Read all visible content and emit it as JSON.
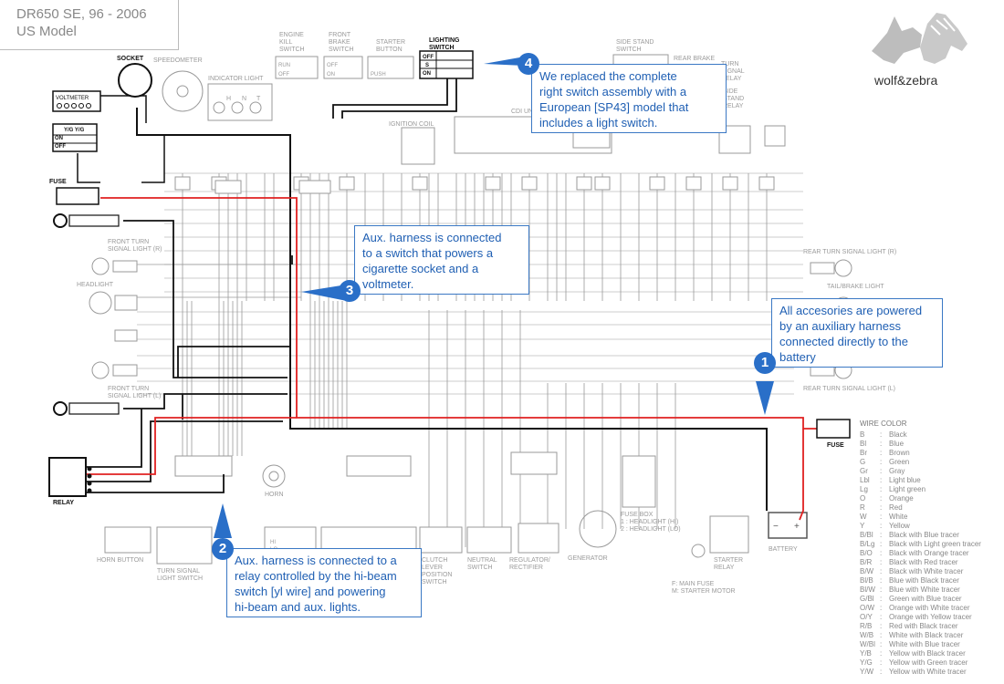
{
  "title": {
    "line1": "DR650 SE, 96 - 2006",
    "line2": "US Model"
  },
  "logo": {
    "text": "wolf&zebra"
  },
  "callouts": {
    "c1": {
      "badge": "1",
      "lines": [
        "All accesories are powered",
        "by an auxiliary harness",
        "connected directly to the",
        "battery"
      ]
    },
    "c2": {
      "badge": "2",
      "lines": [
        "Aux. harness is connected to a",
        "relay controlled by the hi-beam",
        "switch [yl wire] and powering",
        "hi-beam and aux. lights."
      ]
    },
    "c3": {
      "badge": "3",
      "lines": [
        "Aux. harness is connected",
        "to a switch that powers a",
        "cigarette socket and a",
        "voltmeter."
      ]
    },
    "c4": {
      "badge": "4",
      "lines": [
        "We replaced the complete",
        "right switch assembly with a",
        "European [SP43] model that",
        "includes a light switch."
      ]
    }
  },
  "labels": {
    "socket": "SOCKET",
    "voltmeter": "VOLTMETER",
    "aux_switch_header": "Y/G Y/G",
    "on": "ON",
    "off": "OFF",
    "fuse_left": "FUSE",
    "fuse_right": "FUSE",
    "relay": "RELAY",
    "speedometer": "SPEEDOMETER",
    "indicator_light": "INDICATOR LIGHT",
    "engine_kill": "ENGINE\nKILL\nSWITCH",
    "front_brake": "FRONT\nBRAKE\nSWITCH",
    "starter_button": "STARTER\nBUTTON",
    "lighting_switch": "LIGHTING\nSWITCH",
    "run": "RUN",
    "push": "PUSH",
    "side_stand_switch": "SIDE STAND\nSWITCH",
    "rear_brake": "REAR BRAKE",
    "turn_signal_relay": "TURN\nSIGNAL\nRELAY",
    "side_stand_relay": "SIDE\nSTAND\nRELAY",
    "ignition_coil": "IGNITION COIL",
    "cdi_unit": "CDI UNIT",
    "front_turn_r": "FRONT TURN\nSIGNAL LIGHT (R)",
    "headlight": "HEADLIGHT",
    "front_turn_l": "FRONT TURN\nSIGNAL LIGHT (L)",
    "rear_turn_r": "REAR TURN SIGNAL LIGHT (R)",
    "tail_brake": "TAIL/BRAKE LIGHT",
    "rear_turn_l": "REAR TURN SIGNAL LIGHT (L)",
    "horn": "HORN",
    "horn_button": "HORN BUTTON",
    "turn_signal_switch": "TURN SIGNAL\nLIGHT SWITCH",
    "clutch_lever": "CLUTCH\nLEVER\nPOSITION\nSWITCH",
    "neutral_switch": "NEUTRAL\nSWITCH",
    "regulator": "REGULATOR/\nRECTIFIER",
    "generator": "GENERATOR",
    "fuse_box": "FUSE BOX\n1 : HEADLIGHT (HI)\n2 : HEADLIGHT (LO)",
    "starter_relay": "STARTER\nRELAY",
    "battery": "BATTERY",
    "main_fuse_note": "F: MAIN FUSE\nM: STARTER MOTOR",
    "hi": "HI",
    "lo": "LO"
  },
  "legend": {
    "title": "WIRE COLOR",
    "items": [
      [
        "B",
        "Black"
      ],
      [
        "Bl",
        "Blue"
      ],
      [
        "Br",
        "Brown"
      ],
      [
        "G",
        "Green"
      ],
      [
        "Gr",
        "Gray"
      ],
      [
        "Lbl",
        "Light blue"
      ],
      [
        "Lg",
        "Light green"
      ],
      [
        "O",
        "Orange"
      ],
      [
        "R",
        "Red"
      ],
      [
        "W",
        "White"
      ],
      [
        "Y",
        "Yellow"
      ],
      [
        "B/Bl",
        "Black with Blue tracer"
      ],
      [
        "B/Lg",
        "Black with Light green tracer"
      ],
      [
        "B/O",
        "Black with Orange tracer"
      ],
      [
        "B/R",
        "Black with Red tracer"
      ],
      [
        "B/W",
        "Black with White tracer"
      ],
      [
        "Bl/B",
        "Blue with Black tracer"
      ],
      [
        "Bl/W",
        "Blue with White tracer"
      ],
      [
        "G/Bl",
        "Green with Blue tracer"
      ],
      [
        "O/W",
        "Orange with White tracer"
      ],
      [
        "O/Y",
        "Orange with Yellow tracer"
      ],
      [
        "R/B",
        "Red with Black tracer"
      ],
      [
        "W/B",
        "White with Black tracer"
      ],
      [
        "W/Bl",
        "White with Blue tracer"
      ],
      [
        "Y/B",
        "Yellow with Black tracer"
      ],
      [
        "Y/G",
        "Yellow with Green tracer"
      ],
      [
        "Y/W",
        "Yellow with White tracer"
      ]
    ]
  },
  "colors": {
    "accent": "#2a6fc8",
    "callout_text": "#1f5fb3",
    "aux_red": "#e02020",
    "aux_black": "#111111",
    "base_wiring": "#9a9a9a"
  }
}
